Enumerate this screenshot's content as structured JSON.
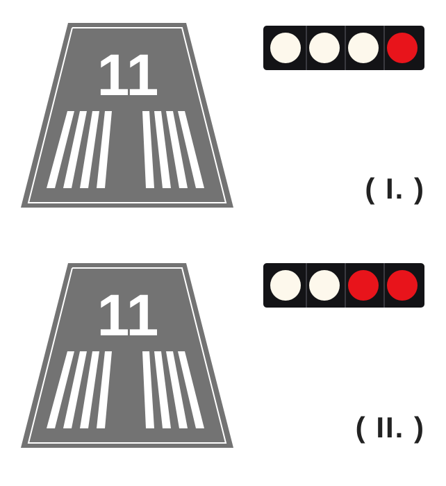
{
  "panels": [
    {
      "runway_number": "11",
      "papi_lights": [
        "white",
        "white",
        "white",
        "red"
      ],
      "label": "( I. )"
    },
    {
      "runway_number": "11",
      "papi_lights": [
        "white",
        "white",
        "red",
        "red"
      ],
      "label": "( II. )"
    }
  ],
  "colors": {
    "runway": "#737373",
    "marking": "#ffffff",
    "light_white": "#fdf8ec",
    "light_red": "#e8141b",
    "panel_bg": "#131316"
  }
}
